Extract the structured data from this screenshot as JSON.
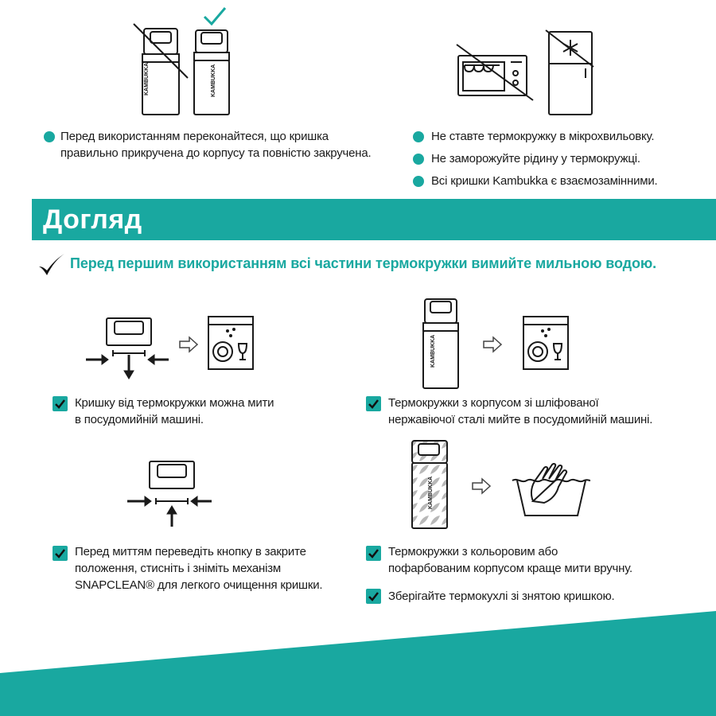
{
  "top_left": {
    "text": [
      "Перед використанням переконайтеся, що кришка",
      "правильно прикручена до корпусу та повністю закручена."
    ]
  },
  "top_right": {
    "items": [
      "Не ставте термокружку в мікрохвильовку.",
      "Не заморожуйте рідину у термокружці.",
      "Всі кришки Kambukka є взаємозамінними."
    ]
  },
  "banner": {
    "title": "Догляд"
  },
  "tip": "Перед першим використанням всі частини термокружки вимийте мильною водою.",
  "care": {
    "lid_dishwasher": [
      "Кришку від термокружки можна мити",
      "в посудомийній машині."
    ],
    "steel_dishwasher": [
      "Термокружки з корпусом зі шліфованої",
      "нержавіючої сталі мийте в посудомийній машині."
    ],
    "snapclean": [
      "Перед миттям переведіть кнопку в закрите",
      "положення, стисніть і зніміть механізм",
      "SNAPCLEAN® для легкого очищення кришки."
    ],
    "colored_hand": [
      "Термокружки з кольоровим або",
      "пофарбованим корпусом краще мити вручну."
    ],
    "storage": "Зберігайте термокухлі зі знятою кришкою."
  },
  "brand": {
    "bottle_label": "KAMBUKKA"
  },
  "colors": {
    "accent": "#19a8a0",
    "ink": "#1a1a1a"
  },
  "icons": [
    "crossed-bottle-icon",
    "correct-bottle-icon",
    "checkmark-icon",
    "no-microwave-icon",
    "no-freezer-icon",
    "lid-icon",
    "dishwasher-icon",
    "bottle-icon",
    "patterned-bottle-icon",
    "hand-wash-icon",
    "arrow-right-outline-icon"
  ]
}
